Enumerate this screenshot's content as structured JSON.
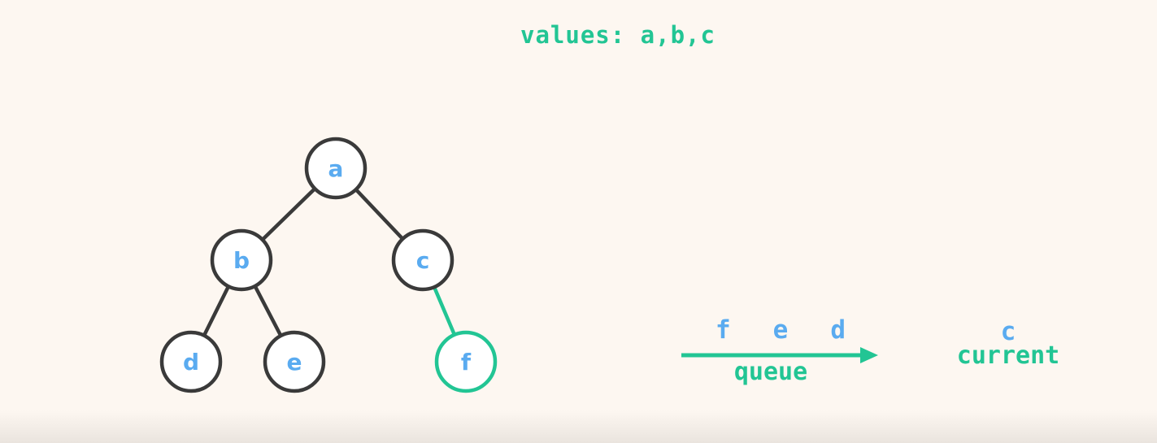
{
  "header": {
    "values_text": "values: a,b,c"
  },
  "tree": {
    "nodes": [
      {
        "id": "a",
        "label": "a",
        "state": "visited"
      },
      {
        "id": "b",
        "label": "b",
        "state": "visited"
      },
      {
        "id": "c",
        "label": "c",
        "state": "visited"
      },
      {
        "id": "d",
        "label": "d",
        "state": "default"
      },
      {
        "id": "e",
        "label": "e",
        "state": "default"
      },
      {
        "id": "f",
        "label": "f",
        "state": "highlighted"
      }
    ],
    "edges": [
      {
        "from": "a",
        "to": "b",
        "state": "default"
      },
      {
        "from": "a",
        "to": "c",
        "state": "default"
      },
      {
        "from": "b",
        "to": "d",
        "state": "default"
      },
      {
        "from": "b",
        "to": "e",
        "state": "default"
      },
      {
        "from": "c",
        "to": "f",
        "state": "highlighted"
      }
    ]
  },
  "queue": {
    "items": [
      "f",
      "e",
      "d"
    ],
    "label": "queue"
  },
  "current": {
    "value": "c",
    "label": "current"
  },
  "colors": {
    "background": "#fdf7f1",
    "node_fill": "#ffffff",
    "node_stroke": "#3a3a3a",
    "highlight": "#22c594",
    "letter": "#5aabf0"
  }
}
